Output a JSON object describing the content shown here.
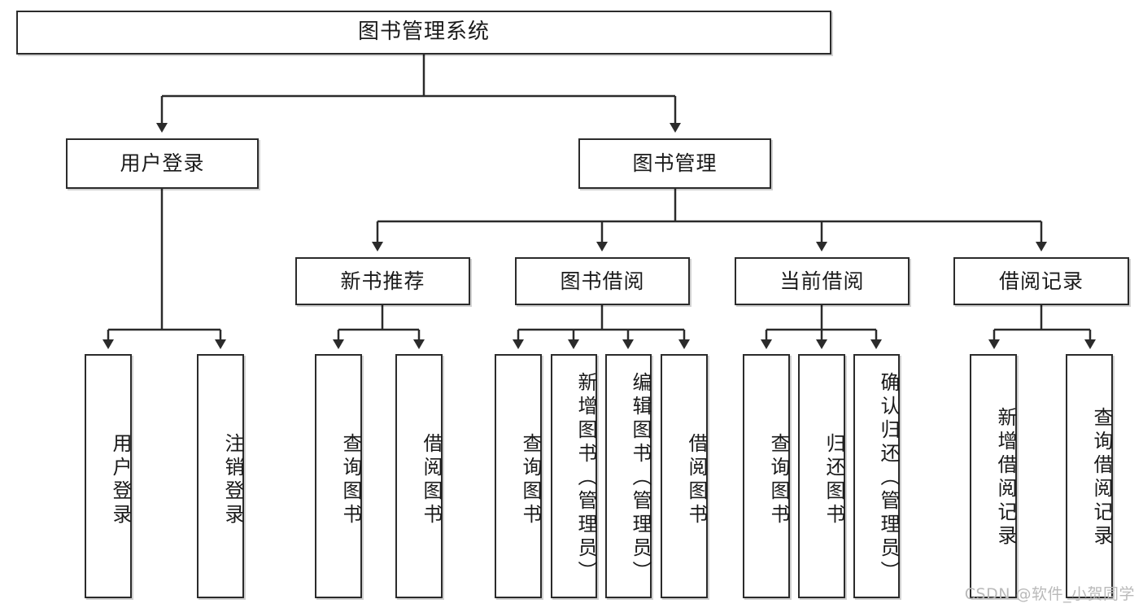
{
  "diagram": {
    "title": "图书管理系统",
    "type": "tree-hierarchy-diagram",
    "root": {
      "label": "图书管理系统"
    },
    "level2": [
      {
        "label": "用户登录"
      },
      {
        "label": "图书管理"
      }
    ],
    "level3": [
      {
        "label": "新书推荐"
      },
      {
        "label": "图书借阅"
      },
      {
        "label": "当前借阅"
      },
      {
        "label": "借阅记录"
      }
    ],
    "leaves": [
      {
        "label": "用户登录",
        "parent": "用户登录"
      },
      {
        "label": "注销登录",
        "parent": "用户登录"
      },
      {
        "label": "查询图书",
        "parent": "新书推荐"
      },
      {
        "label": "借阅图书",
        "parent": "新书推荐"
      },
      {
        "label": "查询图书",
        "parent": "图书借阅"
      },
      {
        "label": "新增图书（管理员）",
        "parent": "图书借阅"
      },
      {
        "label": "编辑图书（管理员）",
        "parent": "图书借阅"
      },
      {
        "label": "借阅图书",
        "parent": "图书借阅"
      },
      {
        "label": "查询图书",
        "parent": "当前借阅"
      },
      {
        "label": "归还图书",
        "parent": "当前借阅"
      },
      {
        "label": "确认归还（管理员）",
        "parent": "当前借阅"
      },
      {
        "label": "新增借阅记录",
        "parent": "借阅记录"
      },
      {
        "label": "查询借阅记录",
        "parent": "借阅记录"
      }
    ]
  },
  "watermark": {
    "text": "CSDN @软件_小贺同学"
  },
  "colors": {
    "stroke": "#2b2b2b",
    "fill": "#ffffff",
    "text": "#1a1a1a",
    "watermark": "#b9b9b9"
  }
}
